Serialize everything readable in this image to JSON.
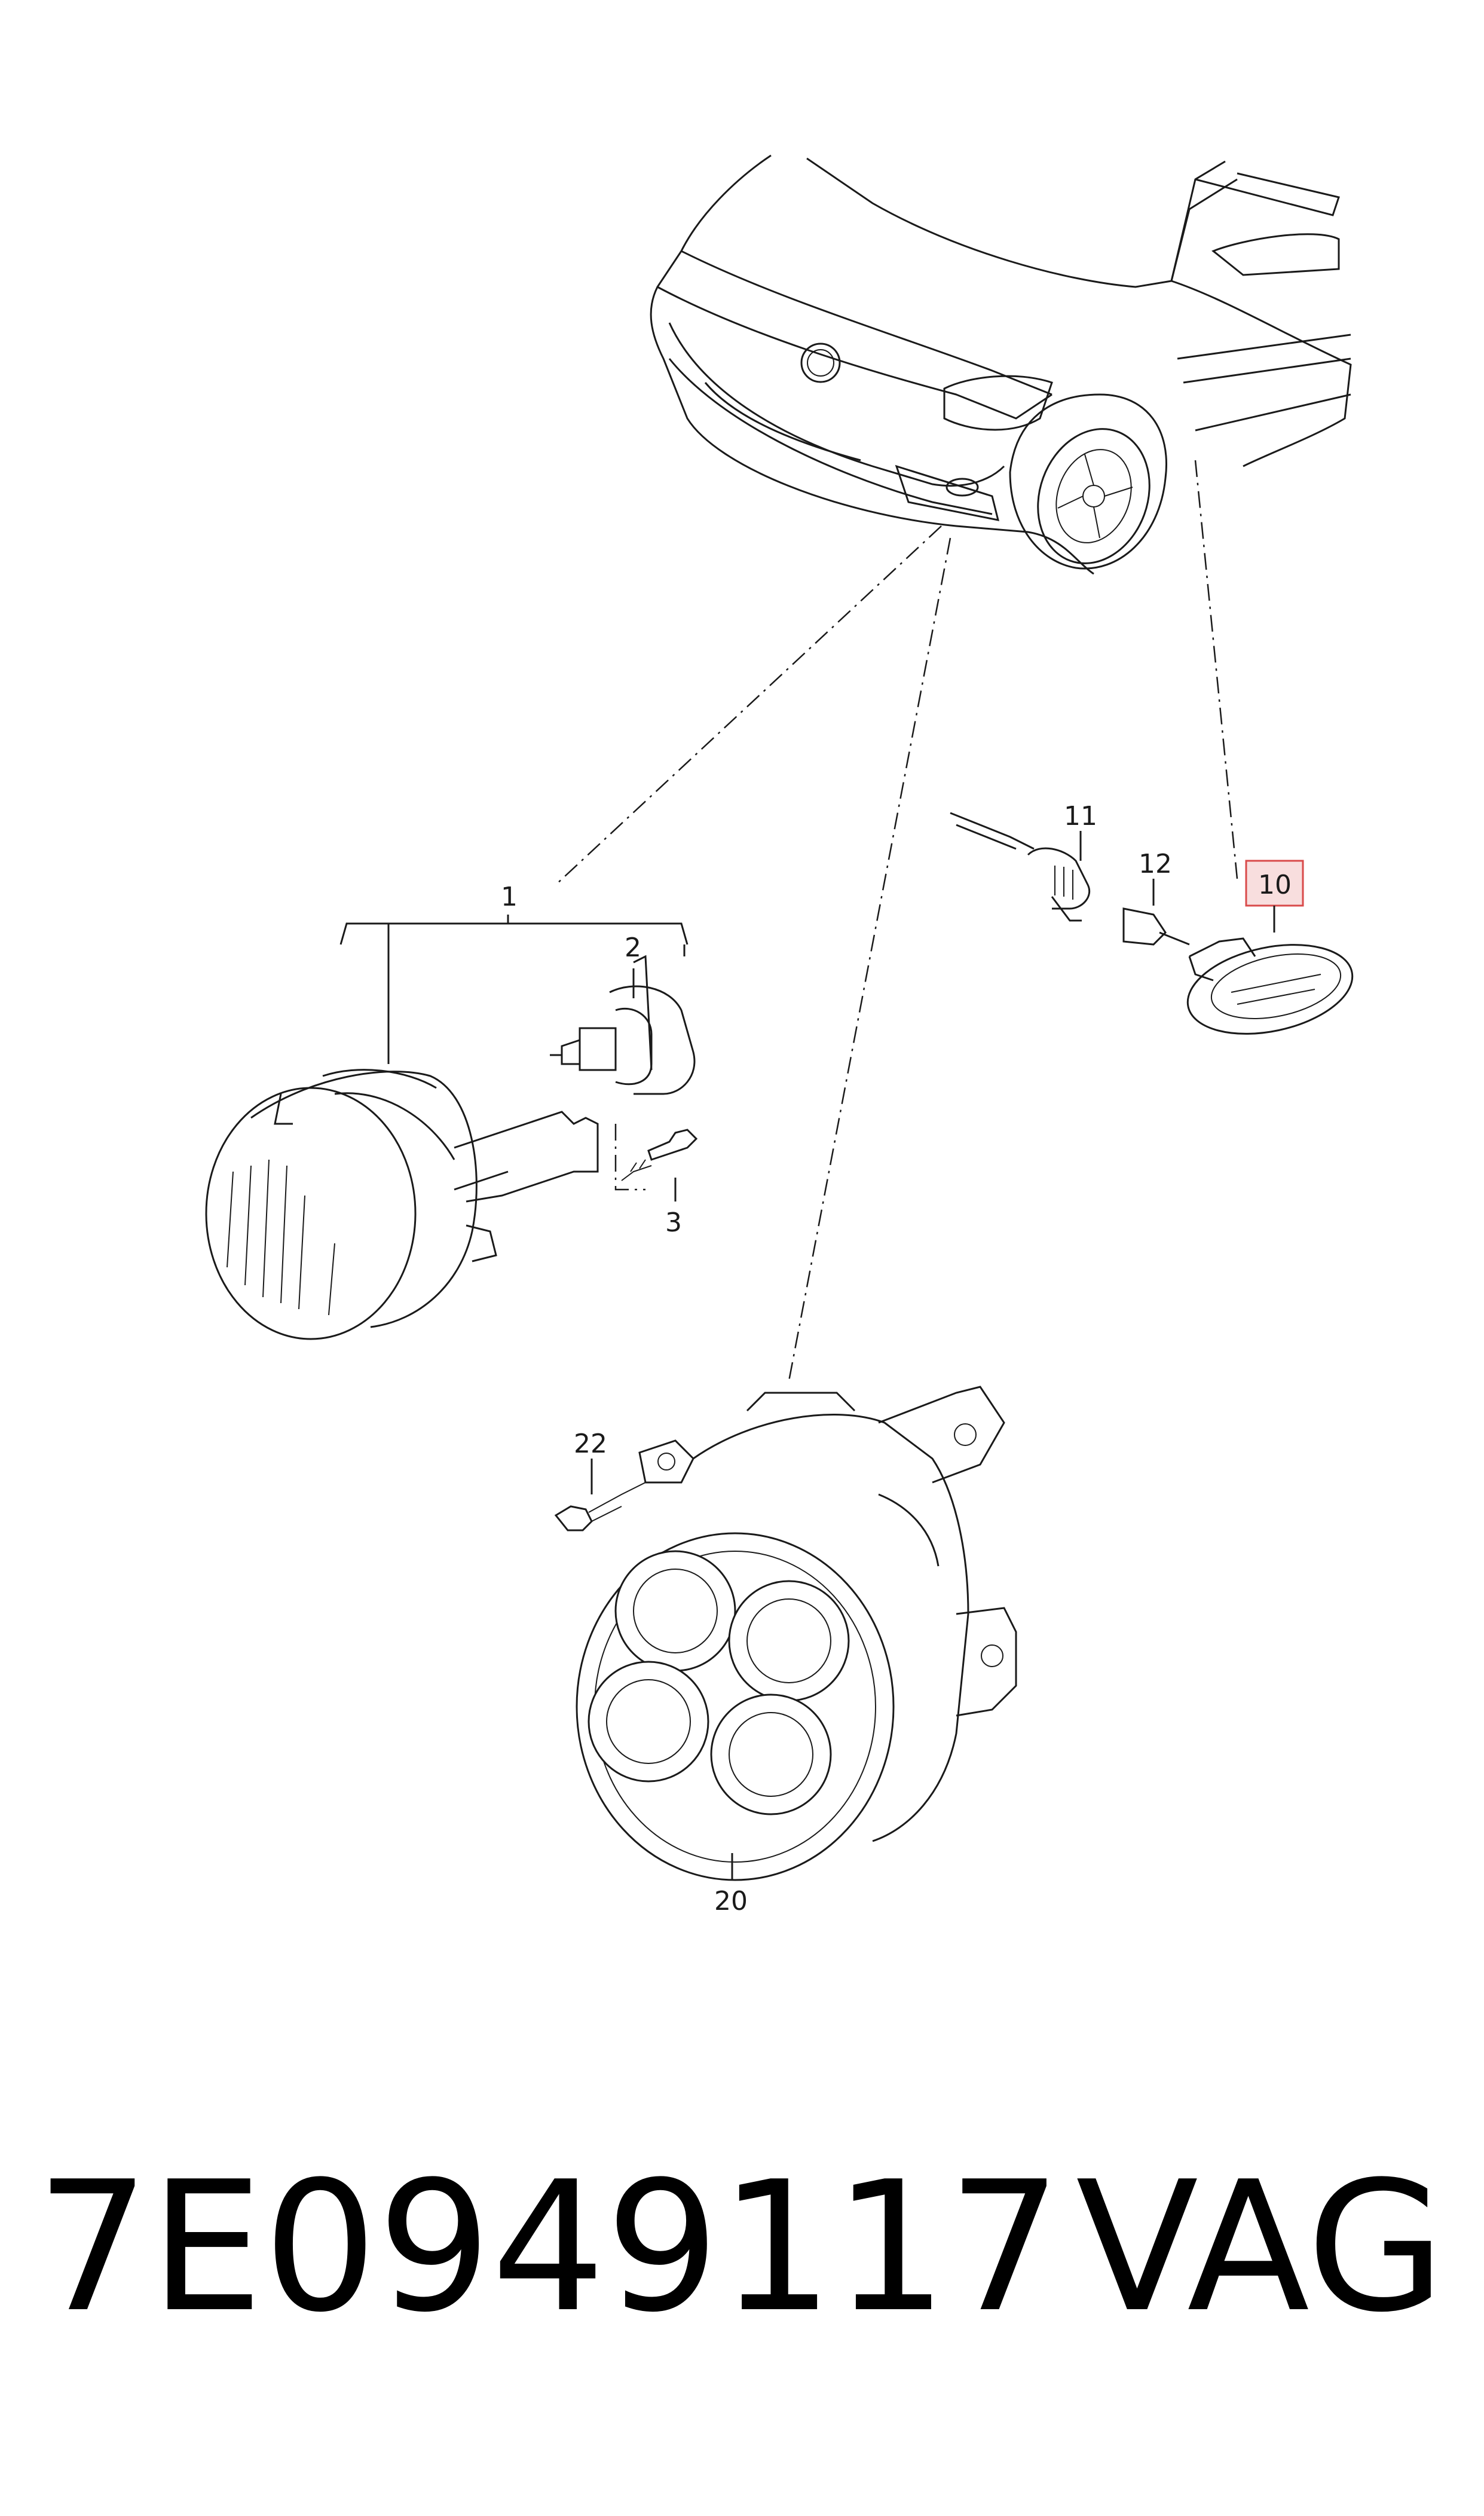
{
  "diagram": {
    "callouts": [
      {
        "id": "1",
        "label": "1"
      },
      {
        "id": "2",
        "label": "2"
      },
      {
        "id": "3",
        "label": "3"
      },
      {
        "id": "10",
        "label": "10",
        "highlighted": true
      },
      {
        "id": "11",
        "label": "11"
      },
      {
        "id": "12",
        "label": "12"
      },
      {
        "id": "20",
        "label": "20"
      },
      {
        "id": "22",
        "label": "22"
      }
    ],
    "highlight_color": "#d94a4a"
  },
  "footer": {
    "part_number": "7E0949117",
    "brand": "VAG"
  }
}
